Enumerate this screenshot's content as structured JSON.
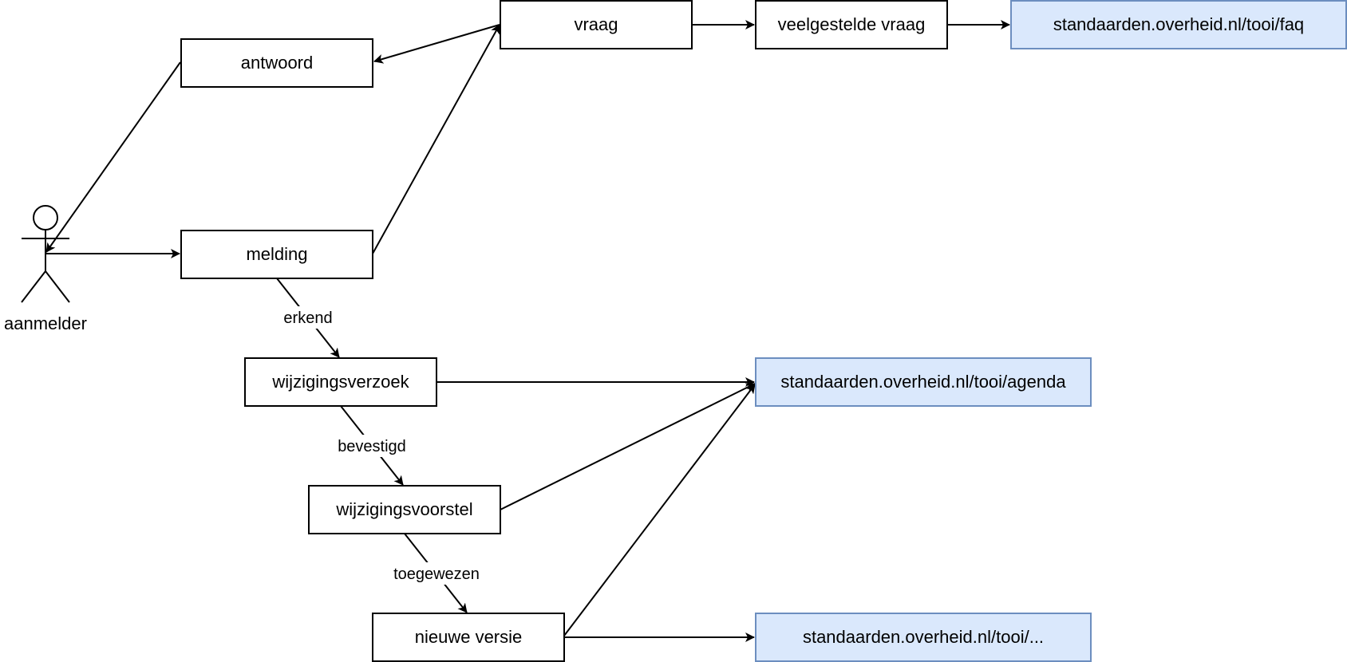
{
  "actor": {
    "label": "aanmelder"
  },
  "nodes": {
    "antwoord": "antwoord",
    "melding": "melding",
    "vraag": "vraag",
    "veelgestelde_vraag": "veelgestelde vraag",
    "faq_link": "standaarden.overheid.nl/tooi/faq",
    "wijzigingsverzoek": "wijzigingsverzoek",
    "wijzigingsvoorstel": "wijzigingsvoorstel",
    "nieuwe_versie": "nieuwe versie",
    "agenda_link": "standaarden.overheid.nl/tooi/agenda",
    "other_link": "standaarden.overheid.nl/tooi/..."
  },
  "edge_labels": {
    "erkend": "erkend",
    "bevestigd": "bevestigd",
    "toegewezen": "toegewezen"
  },
  "colors": {
    "stroke": "#000000",
    "box_fill": "#ffffff",
    "link_fill": "#dae8fc",
    "link_stroke": "#6c8ebf"
  }
}
